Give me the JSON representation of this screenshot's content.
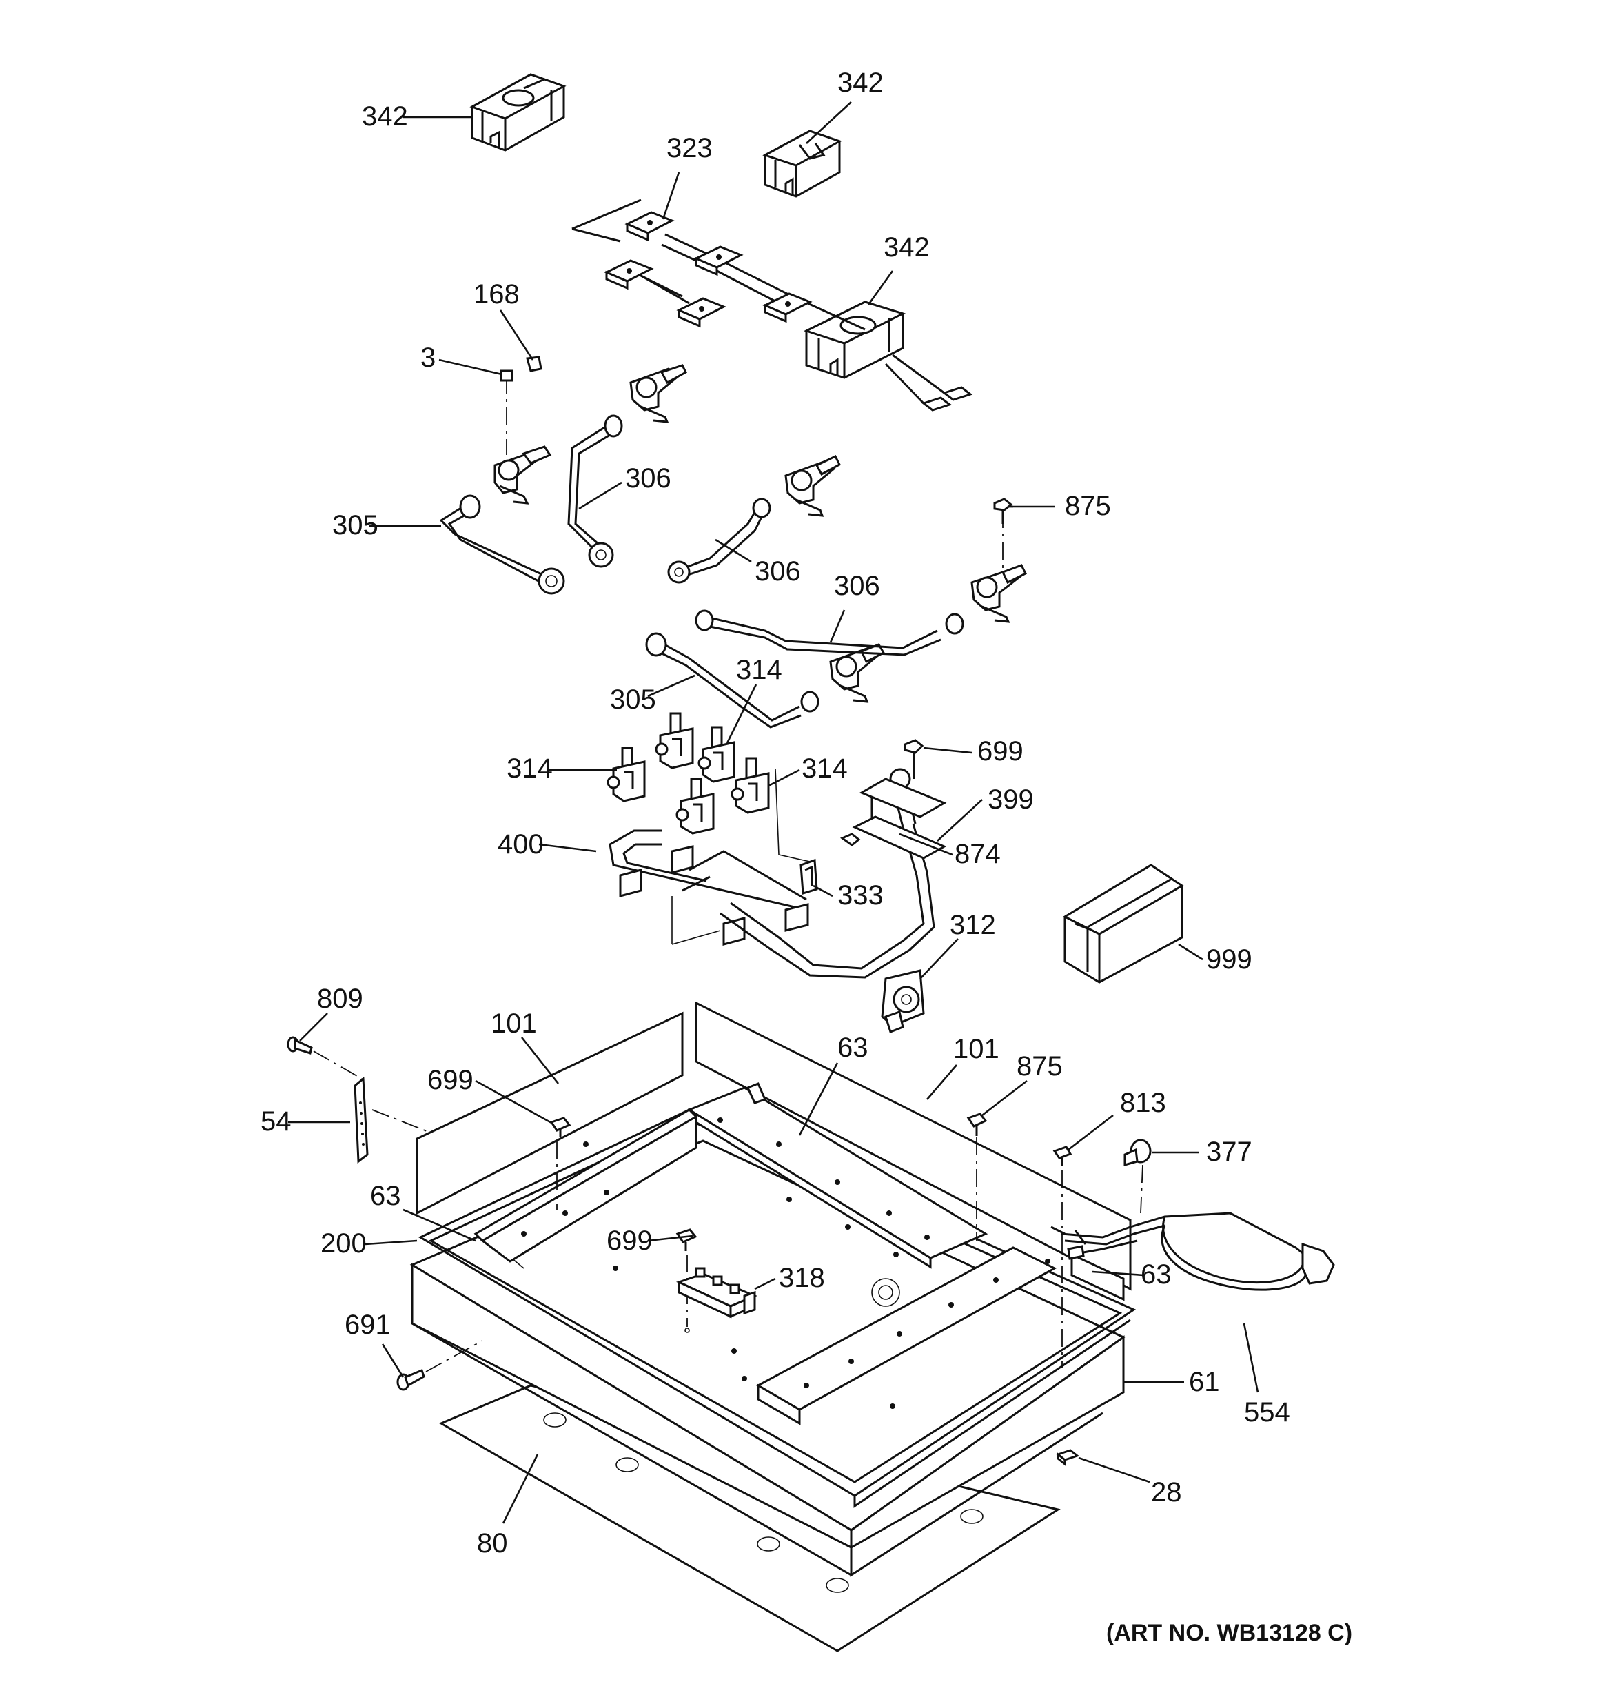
{
  "parts": [
    {
      "id": "lbl-342-a",
      "text": "342"
    },
    {
      "id": "lbl-342-b",
      "text": "342"
    },
    {
      "id": "lbl-323",
      "text": "323"
    },
    {
      "id": "lbl-342-c",
      "text": "342"
    },
    {
      "id": "lbl-168",
      "text": "168"
    },
    {
      "id": "lbl-3",
      "text": "3"
    },
    {
      "id": "lbl-306-a",
      "text": "306"
    },
    {
      "id": "lbl-305-a",
      "text": "305"
    },
    {
      "id": "lbl-306-b",
      "text": "306"
    },
    {
      "id": "lbl-875-a",
      "text": "875"
    },
    {
      "id": "lbl-306-c",
      "text": "306"
    },
    {
      "id": "lbl-314-a",
      "text": "314"
    },
    {
      "id": "lbl-305-b",
      "text": "305"
    },
    {
      "id": "lbl-314-b",
      "text": "314"
    },
    {
      "id": "lbl-314-c",
      "text": "314"
    },
    {
      "id": "lbl-699-a",
      "text": "699"
    },
    {
      "id": "lbl-399",
      "text": "399"
    },
    {
      "id": "lbl-400",
      "text": "400"
    },
    {
      "id": "lbl-874",
      "text": "874"
    },
    {
      "id": "lbl-333",
      "text": "333"
    },
    {
      "id": "lbl-312",
      "text": "312"
    },
    {
      "id": "lbl-999",
      "text": "999"
    },
    {
      "id": "lbl-809",
      "text": "809"
    },
    {
      "id": "lbl-101-a",
      "text": "101"
    },
    {
      "id": "lbl-63-a",
      "text": "63"
    },
    {
      "id": "lbl-101-b",
      "text": "101"
    },
    {
      "id": "lbl-875-b",
      "text": "875"
    },
    {
      "id": "lbl-699-b",
      "text": "699"
    },
    {
      "id": "lbl-54",
      "text": "54"
    },
    {
      "id": "lbl-813",
      "text": "813"
    },
    {
      "id": "lbl-377",
      "text": "377"
    },
    {
      "id": "lbl-63-b",
      "text": "63"
    },
    {
      "id": "lbl-200",
      "text": "200"
    },
    {
      "id": "lbl-699-c",
      "text": "699"
    },
    {
      "id": "lbl-318",
      "text": "318"
    },
    {
      "id": "lbl-63-c",
      "text": "63"
    },
    {
      "id": "lbl-691",
      "text": "691"
    },
    {
      "id": "lbl-61",
      "text": "61"
    },
    {
      "id": "lbl-554",
      "text": "554"
    },
    {
      "id": "lbl-28",
      "text": "28"
    },
    {
      "id": "lbl-80",
      "text": "80"
    }
  ],
  "art_number": "(ART NO. WB13128 C)"
}
